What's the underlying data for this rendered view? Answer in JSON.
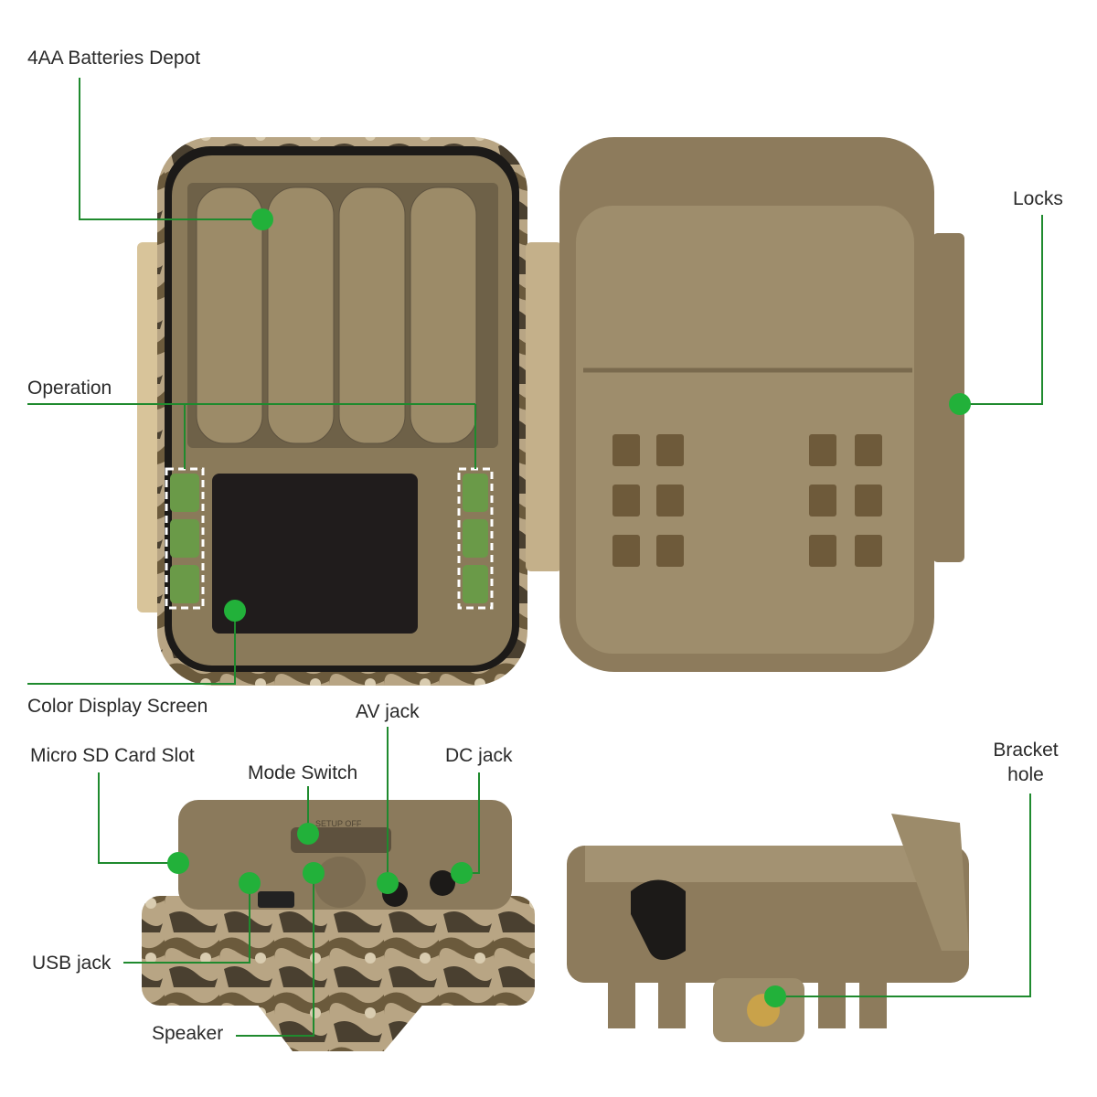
{
  "labels": {
    "batteries": "4AA Batteries Depot",
    "locks": "Locks",
    "operation": "Operation",
    "screen": "Color Display Screen",
    "sd_slot": "Micro SD Card Slot",
    "mode_switch": "Mode Switch",
    "av_jack": "AV jack",
    "dc_jack": "DC jack",
    "bracket_line1": "Bracket",
    "bracket_line2": "hole",
    "usb_jack": "USB jack",
    "speaker": "Speaker"
  },
  "switch_text": "SETUP OFF",
  "colors": {
    "leader": "#1f8a2e",
    "dot": "#22b13a",
    "body": "#8b7a5c",
    "screen": "#201c1c",
    "buttons": "#6a9a48"
  }
}
